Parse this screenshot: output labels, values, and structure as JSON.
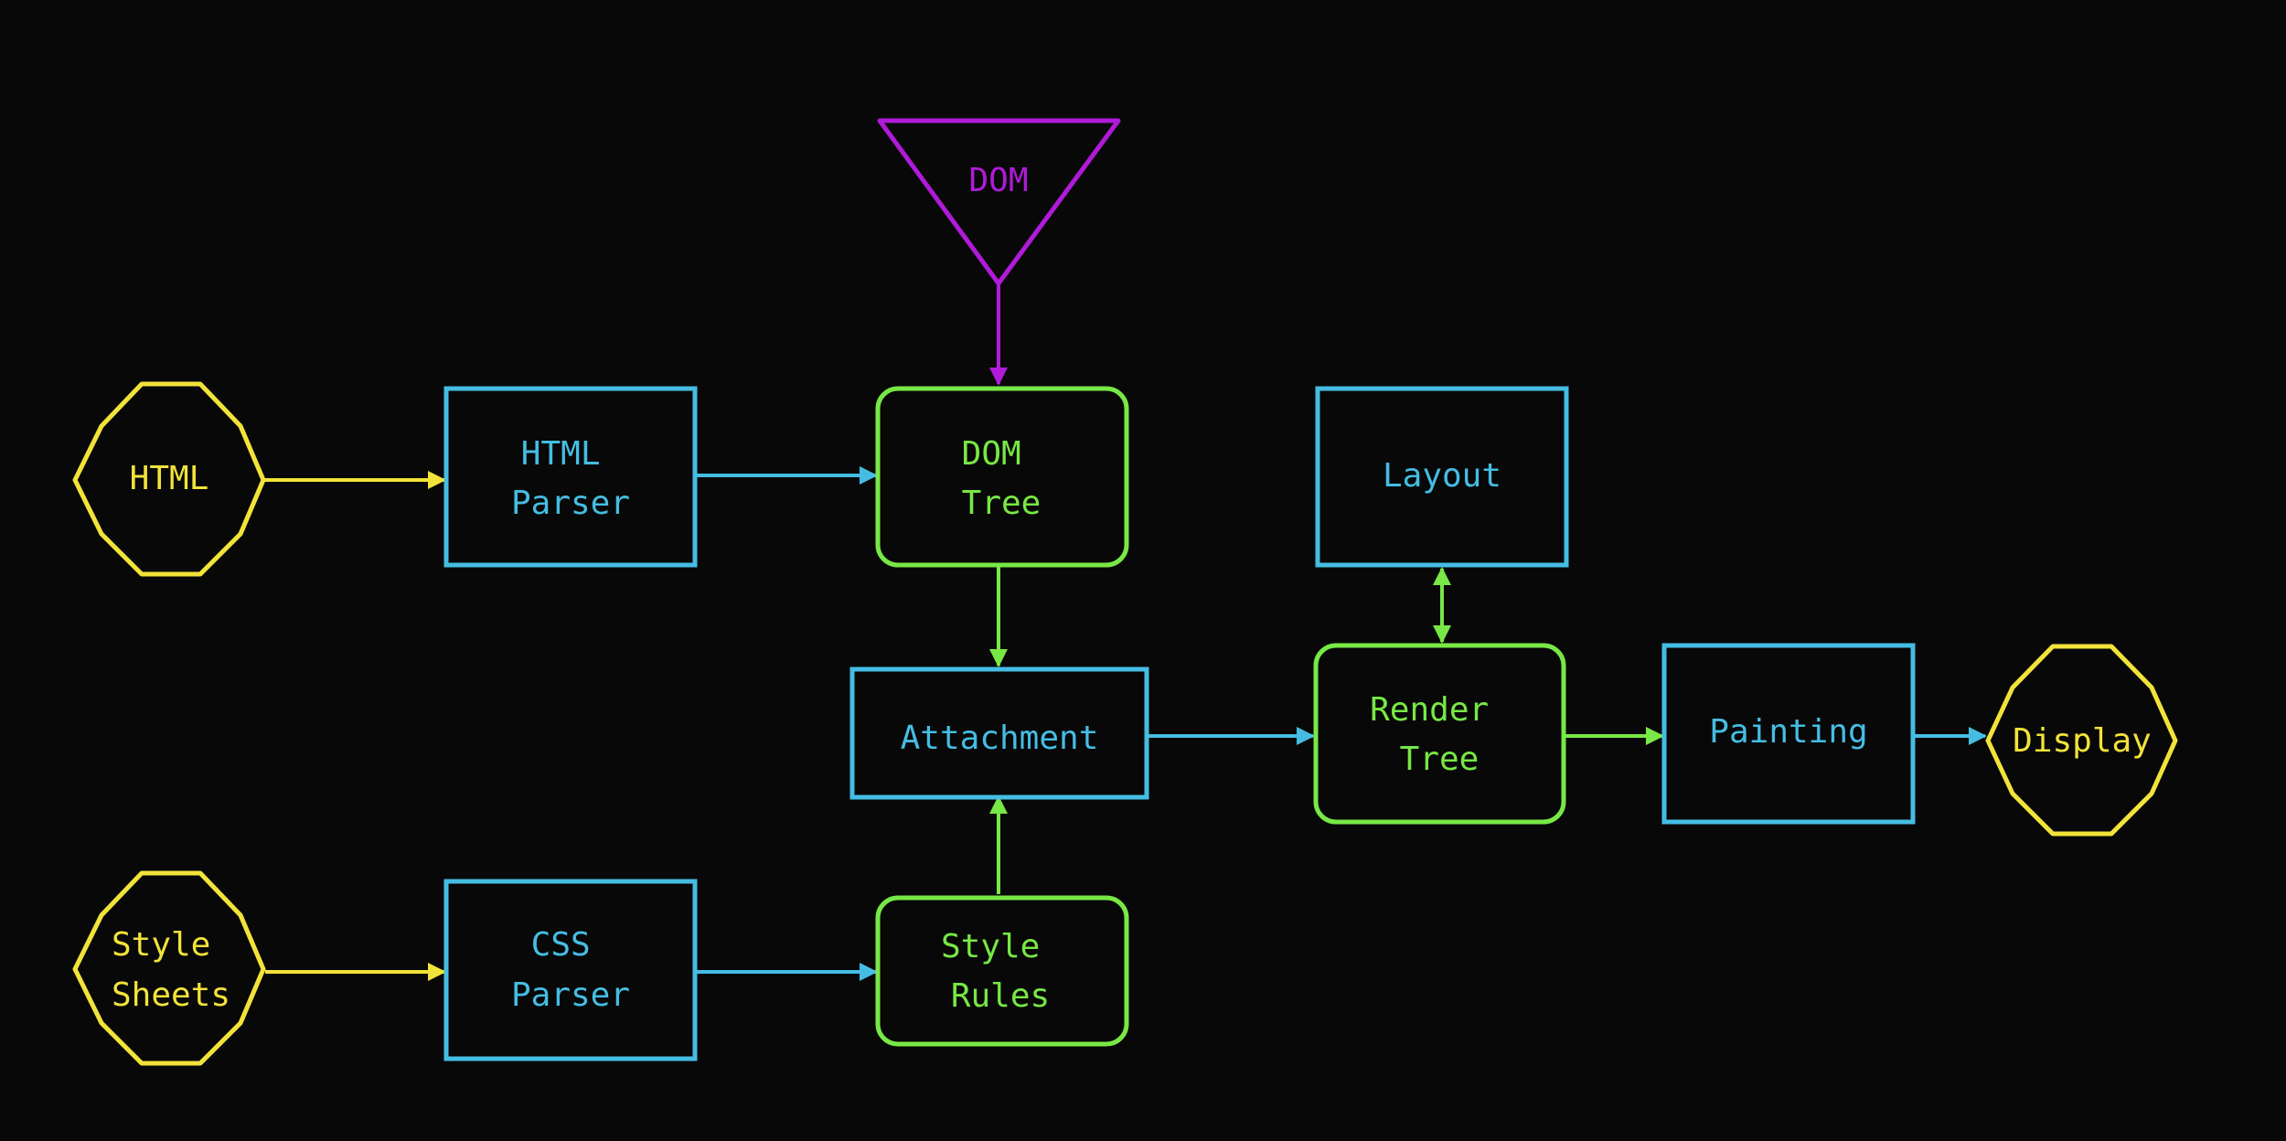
{
  "colors": {
    "background": "#080808",
    "yellow": "#f2e33a",
    "blue": "#45bde3",
    "green": "#77e845",
    "purple": "#b01ad8"
  },
  "nodes": {
    "html_source": {
      "lines": [
        "HTML"
      ]
    },
    "html_parser": {
      "lines": [
        "HTML",
        "Parser"
      ]
    },
    "dom": {
      "lines": [
        "DOM"
      ]
    },
    "dom_tree": {
      "lines": [
        "DOM",
        "Tree"
      ]
    },
    "layout": {
      "lines": [
        "Layout"
      ]
    },
    "attachment": {
      "lines": [
        "Attachment"
      ]
    },
    "render_tree": {
      "lines": [
        "Render",
        "Tree"
      ]
    },
    "painting": {
      "lines": [
        "Painting"
      ]
    },
    "display": {
      "lines": [
        "Display"
      ]
    },
    "style_sheets": {
      "lines": [
        "Style",
        "Sheets"
      ]
    },
    "css_parser": {
      "lines": [
        "CSS",
        "Parser"
      ]
    },
    "style_rules": {
      "lines": [
        "Style",
        "Rules"
      ]
    }
  }
}
